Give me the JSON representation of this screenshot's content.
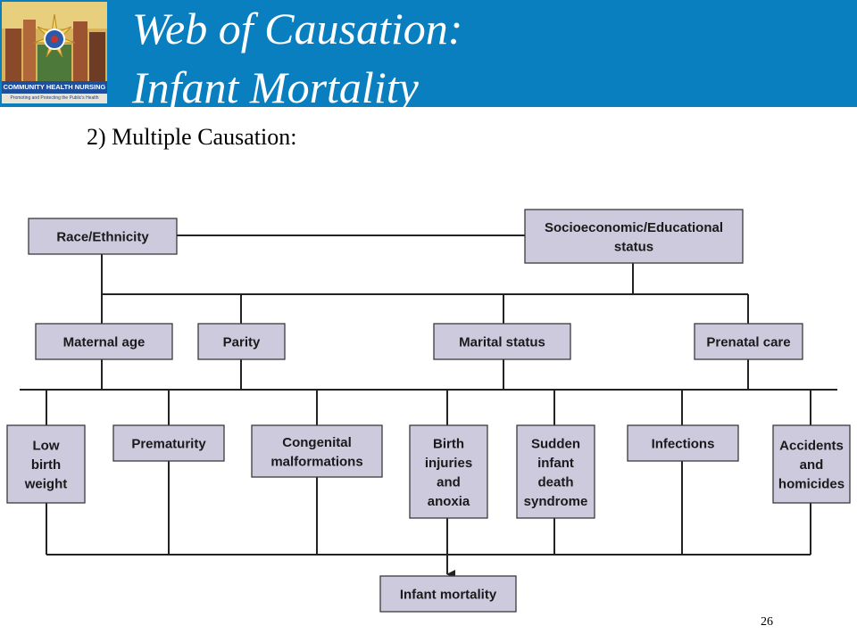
{
  "header": {
    "title_line1": "Web of Causation:",
    "title_line2": "Infant Mortality",
    "logo_text": "COMMUNITY HEALTH NURSING",
    "logo_tagline": "Promoting and Protecting the Public's Health"
  },
  "subtitle": "2) Multiple Causation:",
  "page_number": "26",
  "colors": {
    "header": "#0a7fc0",
    "node_fill": "#cdcade",
    "node_stroke": "#3a3a3a"
  },
  "diagram": {
    "nodes": [
      {
        "id": "race",
        "lines": [
          "Race/Ethnicity"
        ]
      },
      {
        "id": "ses",
        "lines": [
          "Socioeconomic/Educational",
          "status"
        ]
      },
      {
        "id": "maternal_age",
        "lines": [
          "Maternal age"
        ]
      },
      {
        "id": "parity",
        "lines": [
          "Parity"
        ]
      },
      {
        "id": "marital_status",
        "lines": [
          "Marital status"
        ]
      },
      {
        "id": "prenatal_care",
        "lines": [
          "Prenatal care"
        ]
      },
      {
        "id": "low_birth_weight",
        "lines": [
          "Low",
          "birth",
          "weight"
        ]
      },
      {
        "id": "prematurity",
        "lines": [
          "Prematurity"
        ]
      },
      {
        "id": "congenital",
        "lines": [
          "Congenital",
          "malformations"
        ]
      },
      {
        "id": "birth_injuries",
        "lines": [
          "Birth",
          "injuries",
          "and",
          "anoxia"
        ]
      },
      {
        "id": "sids",
        "lines": [
          "Sudden",
          "infant",
          "death",
          "syndrome"
        ]
      },
      {
        "id": "infections",
        "lines": [
          "Infections"
        ]
      },
      {
        "id": "accidents",
        "lines": [
          "Accidents",
          "and",
          "homicides"
        ]
      },
      {
        "id": "infant_mortality",
        "lines": [
          "Infant mortality"
        ]
      }
    ]
  }
}
